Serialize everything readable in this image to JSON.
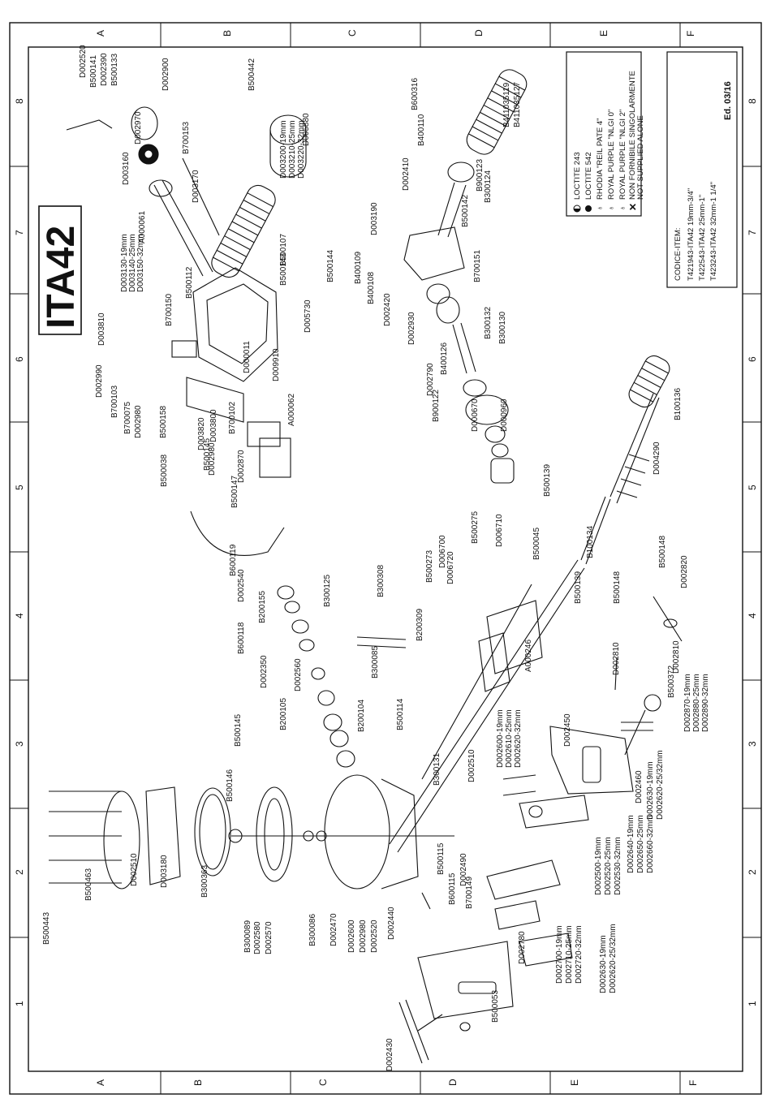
{
  "title": "ITA42",
  "zones": {
    "columns": [
      "A",
      "B",
      "C",
      "D",
      "E",
      "F"
    ],
    "rows": [
      "1",
      "2",
      "3",
      "4",
      "5",
      "6",
      "7",
      "8"
    ]
  },
  "legend": {
    "items": [
      {
        "symbol": "half-circle",
        "text": "LOCTITE 243"
      },
      {
        "symbol": "full-circle",
        "text": "LOCTITE 542"
      },
      {
        "symbol": "grease",
        "text": "RHODIA \"REIL PATE 4\""
      },
      {
        "symbol": "grease",
        "text": "ROYAL PURPLE \"NLGI 0\""
      },
      {
        "symbol": "grease",
        "text": "ROYAL PURPLE \"NLGI 2\""
      },
      {
        "symbol": "cross",
        "text": "NON FORNIBILE SINGOLARMENTE"
      },
      {
        "symbol": "none",
        "text": "NOT SUPPLIED ALONE"
      }
    ]
  },
  "code_box": {
    "header": "CODICE-ITEM:",
    "lines": [
      "T421943-ITA42  19mm-3/4\"",
      "T422543-ITA42  25mm-1\"",
      "T423243-ITA42  32mm-1 1/4\""
    ],
    "edition": "Ed. 03/16"
  },
  "labels": [
    "D002520",
    "B500141",
    "D002390",
    "B500133",
    "D002900",
    "D002970",
    "B700153",
    "D003160",
    "D003170",
    "A000061",
    "B500442",
    "D005880",
    "B500112",
    "D003200-19mm",
    "D003210-25mm",
    "D003220-32mm",
    "B500107",
    "B500143",
    "B500144",
    "B700150",
    "D003130-19mm",
    "D003140-25mm",
    "D003150-32mm",
    "D003810",
    "D002990",
    "B700103",
    "B700075",
    "D002980",
    "B500158",
    "B500038",
    "D005730",
    "D009910",
    "D003820",
    "D000011",
    "B700102",
    "D003800",
    "A000062",
    "B500145",
    "D002980",
    "B500147",
    "D002870",
    "B600316",
    "D002410",
    "B400110",
    "B900123",
    "B300124",
    "B411035119",
    "B411035127",
    "D003190",
    "B500142",
    "B400109",
    "B400108",
    "D002420",
    "D002930",
    "B700151",
    "B300132",
    "B300130",
    "B400126",
    "D002790",
    "B900122",
    "D000670",
    "D000960",
    "D004290",
    "B100136",
    "B500139",
    "B500275",
    "D006700",
    "D006720",
    "D006710",
    "B500273",
    "B500045",
    "B100134",
    "B300308",
    "B200309",
    "B500139",
    "B500148",
    "A000246",
    "B500148",
    "D002820",
    "D002810",
    "D002810",
    "B600119",
    "D002540",
    "B200155",
    "B300125",
    "B600118",
    "D002350",
    "D002560",
    "B300085",
    "B200105",
    "B200104",
    "B500114",
    "D002600-19mm",
    "D002610-25mm",
    "D002620-32mm",
    "D002450",
    "B500372",
    "B500145",
    "B500146",
    "B300131",
    "D002510",
    "D002870-19mm",
    "D002880-25mm",
    "D002890-32mm",
    "D002460",
    "D002630-19mm",
    "D002620-25/32mm",
    "D002640-19mm",
    "D002650-25mm",
    "D002660-32mm",
    "D002500-19mm",
    "D002520-25mm",
    "D002530-32mm",
    "D002490",
    "B500115",
    "B600115",
    "B700149",
    "D002440",
    "D002780",
    "D002700-19mm",
    "D002710-25mm",
    "D002720-32mm",
    "D002630-19mm",
    "D002620-25/32mm",
    "B500053",
    "D002430",
    "B500443",
    "B500463",
    "D002510",
    "D003180",
    "B300363",
    "B300089",
    "D002580",
    "D002570",
    "B300086",
    "D002470",
    "D002600",
    "D002980",
    "D002520"
  ]
}
